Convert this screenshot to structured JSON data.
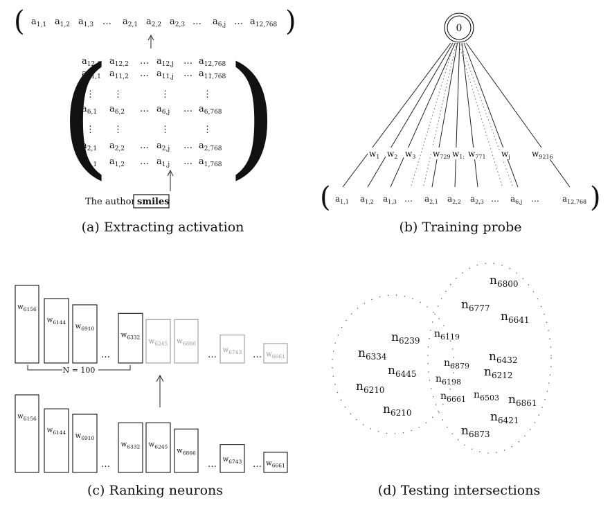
{
  "captions": {
    "a": "(a) Extracting activation",
    "b": "(b) Training probe",
    "c": "(c) Ranking neurons",
    "d": "(d) Testing intersections"
  },
  "panel_a": {
    "top_row": [
      {
        "base": "a",
        "sub": "1,1"
      },
      {
        "base": "a",
        "sub": "1,2"
      },
      {
        "base": "a",
        "sub": "1,3"
      },
      {
        "base": "…",
        "sub": ""
      },
      {
        "base": "a",
        "sub": "2,1"
      },
      {
        "base": "a",
        "sub": "2,2"
      },
      {
        "base": "a",
        "sub": "2,3"
      },
      {
        "base": "…",
        "sub": ""
      },
      {
        "base": "a",
        "sub": "6,j"
      },
      {
        "base": "…",
        "sub": ""
      },
      {
        "base": "a",
        "sub": "12,768"
      }
    ],
    "matrix_rows": [
      [
        {
          "b": "a",
          "s": "12,1"
        },
        {
          "b": "a",
          "s": "12,2"
        },
        {
          "b": "…",
          "s": ""
        },
        {
          "b": "a",
          "s": "12,j"
        },
        {
          "b": "…",
          "s": ""
        },
        {
          "b": "a",
          "s": "12,768"
        }
      ],
      [
        {
          "b": "a",
          "s": "11,1"
        },
        {
          "b": "a",
          "s": "11,2"
        },
        {
          "b": "…",
          "s": ""
        },
        {
          "b": "a",
          "s": "11,j"
        },
        {
          "b": "…",
          "s": ""
        },
        {
          "b": "a",
          "s": "11,768"
        }
      ],
      [
        {
          "b": "⋮",
          "s": ""
        },
        {
          "b": "⋮",
          "s": ""
        },
        {
          "b": "",
          "s": ""
        },
        {
          "b": "⋮",
          "s": ""
        },
        {
          "b": "",
          "s": ""
        },
        {
          "b": "⋮",
          "s": ""
        }
      ],
      [
        {
          "b": "a",
          "s": "6,1"
        },
        {
          "b": "a",
          "s": "6,2"
        },
        {
          "b": "…",
          "s": ""
        },
        {
          "b": "a",
          "s": "6,j"
        },
        {
          "b": "…",
          "s": ""
        },
        {
          "b": "a",
          "s": "6,768"
        }
      ],
      [
        {
          "b": "⋮",
          "s": ""
        },
        {
          "b": "⋮",
          "s": ""
        },
        {
          "b": "",
          "s": ""
        },
        {
          "b": "⋮",
          "s": ""
        },
        {
          "b": "",
          "s": ""
        },
        {
          "b": "⋮",
          "s": ""
        }
      ],
      [
        {
          "b": "a",
          "s": "2,1"
        },
        {
          "b": "a",
          "s": "2,2"
        },
        {
          "b": "…",
          "s": ""
        },
        {
          "b": "a",
          "s": "2,j"
        },
        {
          "b": "…",
          "s": ""
        },
        {
          "b": "a",
          "s": "2,768"
        }
      ],
      [
        {
          "b": "a",
          "s": "1,1"
        },
        {
          "b": "a",
          "s": "1,2"
        },
        {
          "b": "…",
          "s": ""
        },
        {
          "b": "a",
          "s": "1,j"
        },
        {
          "b": "…",
          "s": ""
        },
        {
          "b": "a",
          "s": "1,768"
        }
      ]
    ],
    "sentence_prefix": "The author",
    "sentence_word": "smiles"
  },
  "panel_b": {
    "output_node": "0",
    "weights": [
      {
        "b": "w",
        "s": "1"
      },
      {
        "b": "w",
        "s": "2"
      },
      {
        "b": "w",
        "s": "3"
      },
      {
        "b": "w",
        "s": "729"
      },
      {
        "b": "w",
        "s": "1:"
      },
      {
        "b": "w",
        "s": "771"
      },
      {
        "b": "w",
        "s": "j"
      },
      {
        "b": "w",
        "s": "9216"
      }
    ],
    "inputs": [
      {
        "b": "a",
        "s": "1,1"
      },
      {
        "b": "a",
        "s": "1,2"
      },
      {
        "b": "a",
        "s": "1,3"
      },
      {
        "b": "…",
        "s": ""
      },
      {
        "b": "a",
        "s": "2,1"
      },
      {
        "b": "a",
        "s": "2,2"
      },
      {
        "b": "a",
        "s": "2,3"
      },
      {
        "b": "…",
        "s": ""
      },
      {
        "b": "a",
        "s": "6,j"
      },
      {
        "b": "…",
        "s": ""
      },
      {
        "b": "a",
        "s": "12,768"
      }
    ]
  },
  "panel_c": {
    "top_bars": [
      {
        "label": "6156",
        "value": 1.0,
        "faded": false
      },
      {
        "label": "6144",
        "value": 0.83,
        "faded": false
      },
      {
        "label": "6910",
        "value": 0.75,
        "faded": false
      },
      {
        "label": "6332",
        "value": 0.64,
        "faded": false
      },
      {
        "label": "6245",
        "value": 0.56,
        "faded": true
      },
      {
        "label": "6866",
        "value": 0.56,
        "faded": true
      },
      {
        "label": "6743",
        "value": 0.36,
        "faded": true
      },
      {
        "label": "6661",
        "value": 0.25,
        "faded": true
      }
    ],
    "bottom_bars": [
      {
        "label": "6156",
        "value": 1.0
      },
      {
        "label": "6144",
        "value": 0.82
      },
      {
        "label": "6910",
        "value": 0.75
      },
      {
        "label": "6332",
        "value": 0.64
      },
      {
        "label": "6245",
        "value": 0.64
      },
      {
        "label": "6866",
        "value": 0.56
      },
      {
        "label": "6743",
        "value": 0.36
      },
      {
        "label": "6661",
        "value": 0.26
      }
    ],
    "weight_prefix": "w",
    "ellipsis": "…",
    "bracket_label": "N = 100"
  },
  "panel_d": {
    "prefix": "n",
    "neurons_left": [
      "6239",
      "6334",
      "6445",
      "6210",
      "6210"
    ],
    "neurons_right": [
      "6800",
      "6777",
      "6641",
      "6432",
      "6212",
      "6861",
      "6421",
      "6873"
    ],
    "neurons_center": [
      "6119",
      "6879",
      "6198",
      "6661",
      "6503"
    ]
  }
}
